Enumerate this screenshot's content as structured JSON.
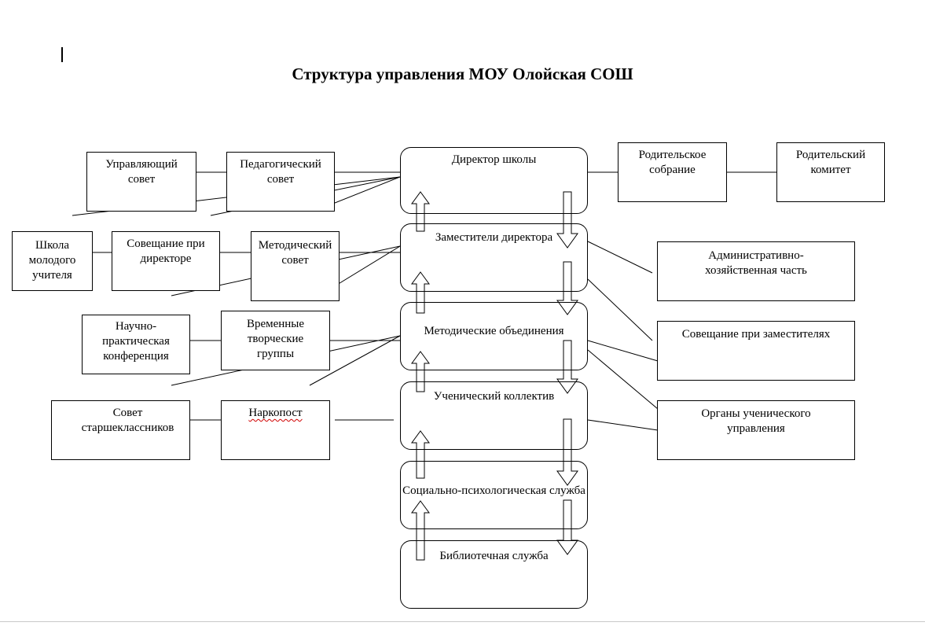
{
  "title": "Структура управления МОУ Олойская СОШ",
  "central": {
    "director": "Директор школы",
    "deputies": "Заместители директора",
    "method_units": "Методические объединения",
    "student_body": "Ученический коллектив",
    "social_psych": "Социально-психологическая служба",
    "library": "Библиотечная служба"
  },
  "left": {
    "governing_council": "Управляющий совет",
    "ped_council": "Педагогический совет",
    "young_teacher_school": "Школа молодого учителя",
    "director_meeting": "Совещание при директоре",
    "method_council": "Методический совет",
    "sci_conference": "Научно-практическая конференция",
    "creative_groups": "Временные творческие группы",
    "senior_council": "Совет старшеклассников",
    "narcopost": "Наркопост"
  },
  "right": {
    "parent_meeting": "Родительское собрание",
    "parent_committee": "Родительский комитет",
    "admin_part": "Административно-хозяйственная часть",
    "deputies_meeting": "Совещание при заместителях",
    "student_self_gov": "Органы ученического управления"
  }
}
